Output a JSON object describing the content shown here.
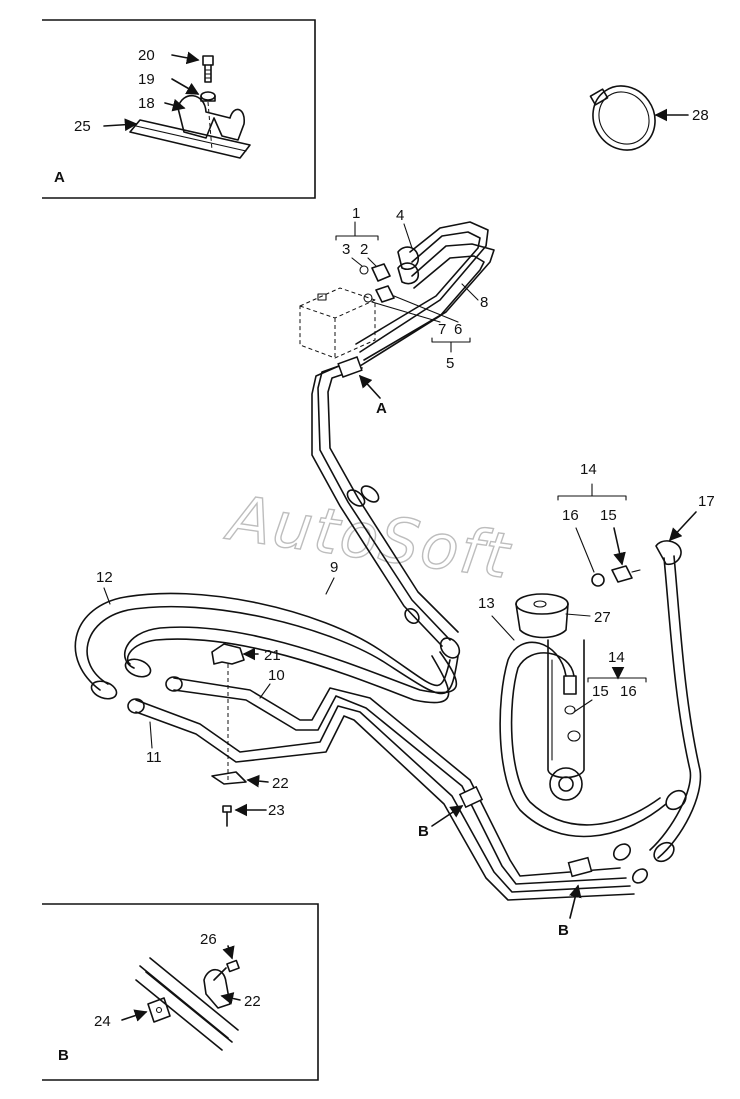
{
  "watermark": "AutoSoft",
  "insets": {
    "a": {
      "letter": "A",
      "callouts": {
        "c20": "20",
        "c19": "19",
        "c18": "18",
        "c25": "25"
      }
    },
    "b": {
      "letter": "B",
      "callouts": {
        "c26": "26",
        "c22": "22",
        "c24": "24"
      }
    }
  },
  "callouts": {
    "c28": "28",
    "c1": "1",
    "c4": "4",
    "c3": "3",
    "c2": "2",
    "c8": "8",
    "c7": "7",
    "c6": "6",
    "c5": "5",
    "cA": "A",
    "c14a": "14",
    "c16a": "16",
    "c15a": "15",
    "c17": "17",
    "c12": "12",
    "c9": "9",
    "c13": "13",
    "c27": "27",
    "c21": "21",
    "c10": "10",
    "c14b": "14",
    "c15b": "15",
    "c16b": "16",
    "c11": "11",
    "c22": "22",
    "c23": "23",
    "cB1": "B",
    "cB2": "B"
  }
}
